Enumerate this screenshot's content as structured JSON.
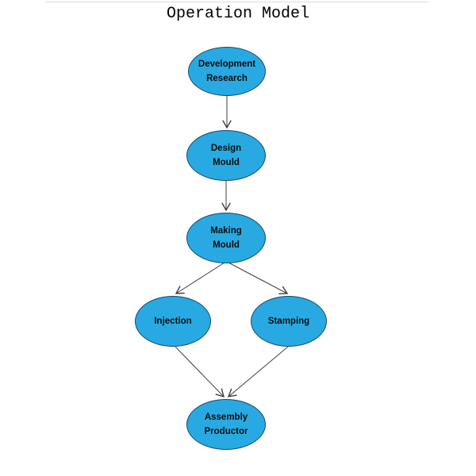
{
  "title": "Operation Model",
  "colors": {
    "node_fill": "#29a9e1",
    "node_border": "#164a6e",
    "node_text": "#0d0d0d",
    "arrow": "#3f3f3f",
    "title_text": "#000000",
    "hairline": "#dcdcdc",
    "background": "#ffffff"
  },
  "nodes": [
    {
      "id": "development-research",
      "label": "Development Research",
      "line1": "Development",
      "line2": "Research"
    },
    {
      "id": "design-mould",
      "label": "Design Mould",
      "line1": "Design",
      "line2": "Mould"
    },
    {
      "id": "making-mould",
      "label": "Making Mould",
      "line1": "Making",
      "line2": "Mould"
    },
    {
      "id": "injection",
      "label": "Injection",
      "line1": "Injection"
    },
    {
      "id": "stamping",
      "label": "Stamping",
      "line1": "Stamping"
    },
    {
      "id": "assembly-productor",
      "label": "Assembly Productor",
      "line1": "Assembly",
      "line2": "Productor"
    }
  ],
  "edges": [
    {
      "from": "development-research",
      "to": "design-mould"
    },
    {
      "from": "design-mould",
      "to": "making-mould"
    },
    {
      "from": "making-mould",
      "to": "injection"
    },
    {
      "from": "making-mould",
      "to": "stamping"
    },
    {
      "from": "injection",
      "to": "assembly-productor"
    },
    {
      "from": "stamping",
      "to": "assembly-productor"
    }
  ]
}
